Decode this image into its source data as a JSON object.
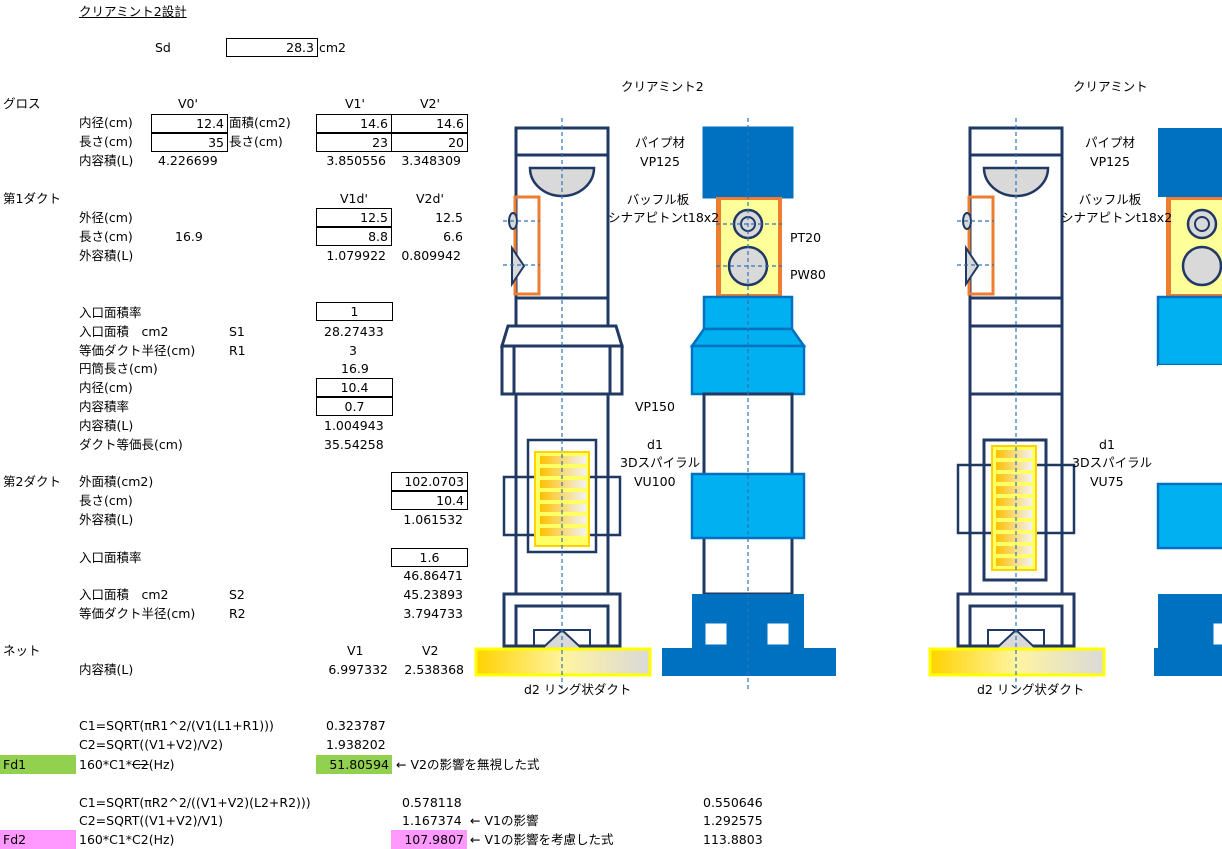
{
  "title": "クリアミント2設計",
  "sd": {
    "label": "Sd",
    "value": "28.3",
    "unit": "cm2"
  },
  "gross": {
    "section": "グロス",
    "col_v0": "V0'",
    "col_v1": "V1'",
    "col_v2": "V2'",
    "inner_diam_label": "内径(cm)",
    "inner_diam_v0": "12.4",
    "area_label": "面積(cm2)",
    "area_v1": "14.6",
    "area_v2": "14.6",
    "length_label": "長さ(cm)",
    "length_v0": "35",
    "length2_label": "長さ(cm)",
    "length_v1": "23",
    "length_v2": "20",
    "volume_label": "内容積(L)",
    "volume_v0": "4.226699",
    "volume_v1": "3.850556",
    "volume_v2": "3.348309"
  },
  "duct1": {
    "section": "第1ダクト",
    "col_v1d": "V1d'",
    "col_v2d": "V2d'",
    "outer_diam_label": "外径(cm)",
    "outer_diam_v1": "12.5",
    "outer_diam_v2": "12.5",
    "length_label": "長さ(cm)",
    "length_mid": "16.9",
    "length_v1": "8.8",
    "length_v2": "6.6",
    "volume_label": "外容積(L)",
    "volume_v1": "1.079922",
    "volume_v2": "0.809942",
    "ratio_label": "入口面積率",
    "ratio": "1",
    "inlet_area_label": "入口面積　cm2",
    "inlet_area_sym": "S1",
    "inlet_area": "28.27433",
    "eq_radius_label": "等価ダクト半径(cm)",
    "eq_radius_sym": "R1",
    "eq_radius": "3",
    "cyl_len_label": "円筒長さ(cm)",
    "cyl_len": "16.9",
    "inner_diam_label": "内径(cm)",
    "inner_diam": "10.4",
    "vol_ratio_label": "内容積率",
    "vol_ratio": "0.7",
    "inner_vol_label": "内容積(L)",
    "inner_vol": "1.004943",
    "eq_len_label": "ダクト等価長(cm)",
    "eq_len": "35.54258"
  },
  "duct2": {
    "section": "第2ダクト",
    "outer_area_label": "外面積(cm2)",
    "outer_area": "102.0703",
    "length_label": "長さ(cm)",
    "length": "10.4",
    "outer_vol_label": "外容積(L)",
    "outer_vol": "1.061532",
    "ratio_label": "入口面積率",
    "ratio": "1.6",
    "ratio_extra": "46.86471",
    "inlet_area_label": "入口面積　cm2",
    "inlet_area_sym": "S2",
    "inlet_area": "45.23893",
    "eq_radius_label": "等価ダクト半径(cm)",
    "eq_radius_sym": "R2",
    "eq_radius": "3.794733"
  },
  "net": {
    "section": "ネット",
    "col_v1": "V1",
    "col_v2": "V2",
    "volume_label": "内容積(L)",
    "v1": "6.997332",
    "v2": "2.538368"
  },
  "fd1": {
    "label": "Fd1",
    "c1_formula": "C1=SQRT(πR1^2/(V1(L1+R1)))",
    "c1": "0.323787",
    "c2_formula": "C2=SQRT((V1+V2)/V2)",
    "c2": "1.938202",
    "formula_a": "160*C1*",
    "formula_strike": "C2",
    "formula_b": "(Hz)",
    "result": "51.80594",
    "note": "← V2の影響を無視した式"
  },
  "fd2": {
    "label": "Fd2",
    "c1_formula": "C1=SQRT(πR2^2/((V1+V2)(L2+R2)))",
    "c1": "0.578118",
    "c1_alt": "0.550646",
    "c2_formula": "C2=SQRT((V1+V2)/V1)",
    "c2": "1.167374",
    "c2_note": "← V1の影響",
    "c2_alt": "1.292575",
    "formula": "160*C1*C2(Hz)",
    "result": "107.9807",
    "note": "← V1の影響を考慮した式",
    "result_alt": "113.8803"
  },
  "diagram": {
    "title_a": "クリアミント2",
    "title_b": "クリアミント",
    "pipe_label": "パイプ材",
    "pipe_type": "VP125",
    "baffle_label": "バッフル板",
    "baffle_type": "シナアピトンt18x2",
    "pt": "PT20",
    "pw": "PW80",
    "vp150": "VP150",
    "d1": "d1",
    "spiral": "3Dスパイラル",
    "vu100": "VU100",
    "vu75": "VU75",
    "d2": "d2 リング状ダクト"
  },
  "colors": {
    "outline": "#203864",
    "blue_dark": "#0070c0",
    "blue_light": "#00b0f0",
    "orange": "#ed7d31",
    "yellow": "#ffff66",
    "gold": "#ffc000",
    "green": "#92d050",
    "pink": "#ff99ff",
    "dash": "#2e75b6"
  }
}
